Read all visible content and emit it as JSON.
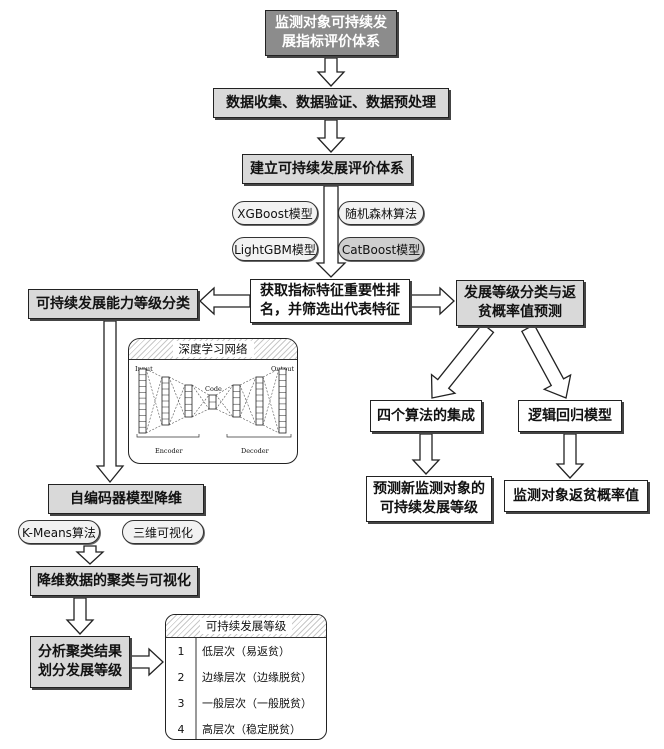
{
  "nodes": {
    "title": "监测对象可持续发展指标评价体系",
    "data_proc": "数据收集、数据验证、数据预处理",
    "build": "建立可持续发展评价体系",
    "feature": "获取指标特征重要性排名，并筛选出代表特征",
    "classify_left": "可持续发展能力等级分类",
    "classify_right": "发展等级分类与返贫概率值预测",
    "autoenc": "自编码器模型降维",
    "cluster": "降维数据的聚类与可视化",
    "analysis": "分析聚类结果划分发展等级",
    "ensemble": "四个算法的集成",
    "logistic": "逻辑回归模型",
    "predict_level": "预测新监测对象的可持续发展等级",
    "predict_prob": "监测对象返贫概率值"
  },
  "models": {
    "xgboost": "XGBoost模型",
    "rf": "随机森林算法",
    "lgbm": "LightGBM模型",
    "catboost": "CatBoost模型"
  },
  "pills": {
    "kmeans": "K-Means算法",
    "viz3d": "三维可视化"
  },
  "deep_net": {
    "title": "深度学习网络",
    "input": "Input",
    "code": "Code",
    "output": "Output",
    "encoder": "Encoder",
    "decoder": "Decoder"
  },
  "levels": {
    "title": "可持续发展等级",
    "rows": [
      {
        "num": "1",
        "text": "低层次（易返贫）"
      },
      {
        "num": "2",
        "text": "边缘层次（边缘脱贫）"
      },
      {
        "num": "3",
        "text": "一般层次（一般脱贫）"
      },
      {
        "num": "4",
        "text": "高层次（稳定脱贫）"
      }
    ]
  }
}
